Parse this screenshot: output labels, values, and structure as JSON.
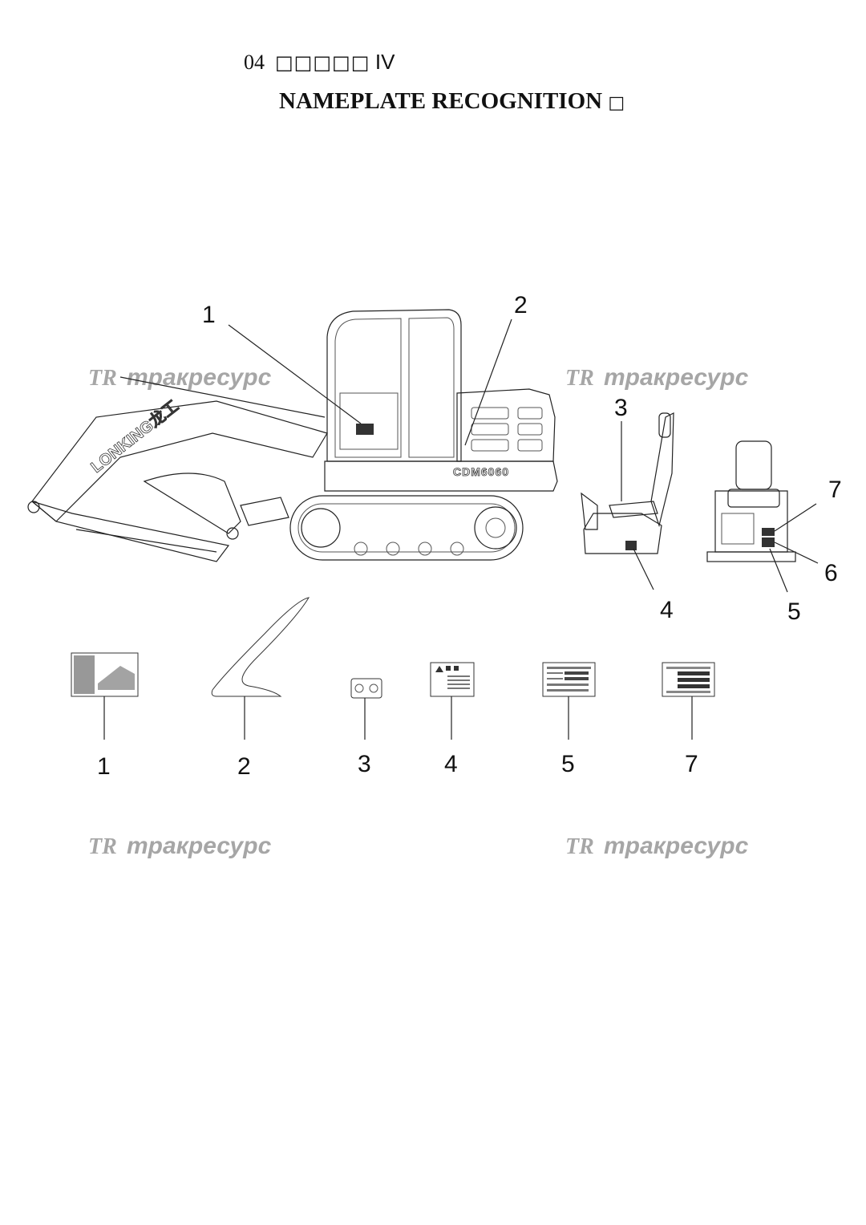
{
  "header": {
    "section_number": "04",
    "cjk_placeholder": "□□□□□",
    "roman_suffix": "IV",
    "title_en": "NAMEPLATE RECOGNITION",
    "title_tail": "□"
  },
  "watermark": {
    "logo_text": "TR",
    "text": "тракресурс"
  },
  "machine": {
    "boom_text": "LONKING龙工",
    "model_text": "CDM6060"
  },
  "callouts_machine": [
    "1",
    "2",
    "3",
    "4",
    "7",
    "6",
    "5"
  ],
  "callouts_parts": [
    "1",
    "2",
    "3",
    "4",
    "5",
    "7"
  ]
}
